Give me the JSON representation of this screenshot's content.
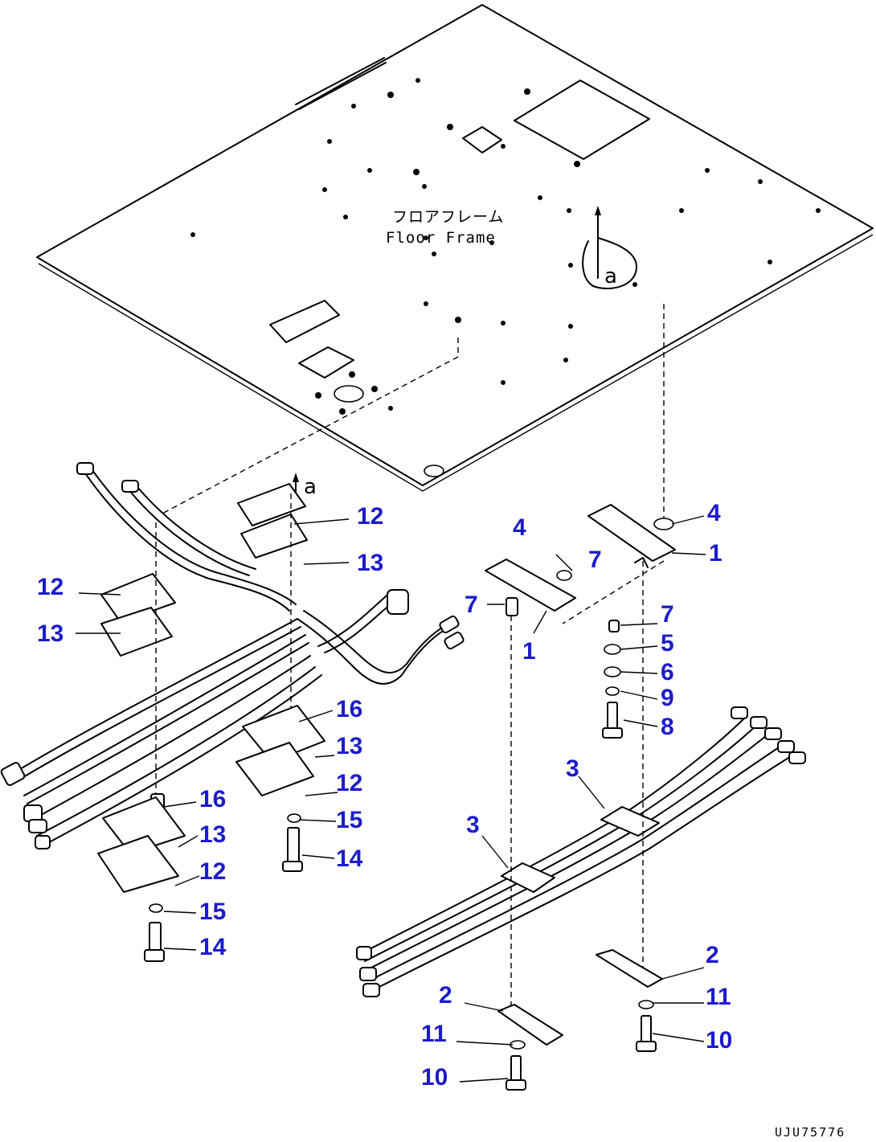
{
  "plate": {
    "label_jp": "フロアフレーム",
    "label_en": "Floor Frame",
    "view_mark_top": "a",
    "view_mark_left": "a"
  },
  "figure_code": "UJU75776",
  "callouts": [
    {
      "id": "c12a",
      "text": "12"
    },
    {
      "id": "c13a",
      "text": "13"
    },
    {
      "id": "c12b",
      "text": "12"
    },
    {
      "id": "c13b",
      "text": "13"
    },
    {
      "id": "c16a",
      "text": "16"
    },
    {
      "id": "c13c",
      "text": "13"
    },
    {
      "id": "c12c",
      "text": "12"
    },
    {
      "id": "c15a",
      "text": "15"
    },
    {
      "id": "c14a",
      "text": "14"
    },
    {
      "id": "c16b",
      "text": "16"
    },
    {
      "id": "c13d",
      "text": "13"
    },
    {
      "id": "c12d",
      "text": "12"
    },
    {
      "id": "c15b",
      "text": "15"
    },
    {
      "id": "c14b",
      "text": "14"
    },
    {
      "id": "c4a",
      "text": "4"
    },
    {
      "id": "c1a",
      "text": "1"
    },
    {
      "id": "c4b",
      "text": "4"
    },
    {
      "id": "c7a",
      "text": "7"
    },
    {
      "id": "c7b",
      "text": "7"
    },
    {
      "id": "c1b",
      "text": "1"
    },
    {
      "id": "c7c",
      "text": "7"
    },
    {
      "id": "c5",
      "text": "5"
    },
    {
      "id": "c6",
      "text": "6"
    },
    {
      "id": "c9",
      "text": "9"
    },
    {
      "id": "c8",
      "text": "8"
    },
    {
      "id": "c3a",
      "text": "3"
    },
    {
      "id": "c3b",
      "text": "3"
    },
    {
      "id": "c2a",
      "text": "2"
    },
    {
      "id": "c11a",
      "text": "11"
    },
    {
      "id": "c10a",
      "text": "10"
    },
    {
      "id": "c2b",
      "text": "2"
    },
    {
      "id": "c11b",
      "text": "11"
    },
    {
      "id": "c10b",
      "text": "10"
    }
  ]
}
